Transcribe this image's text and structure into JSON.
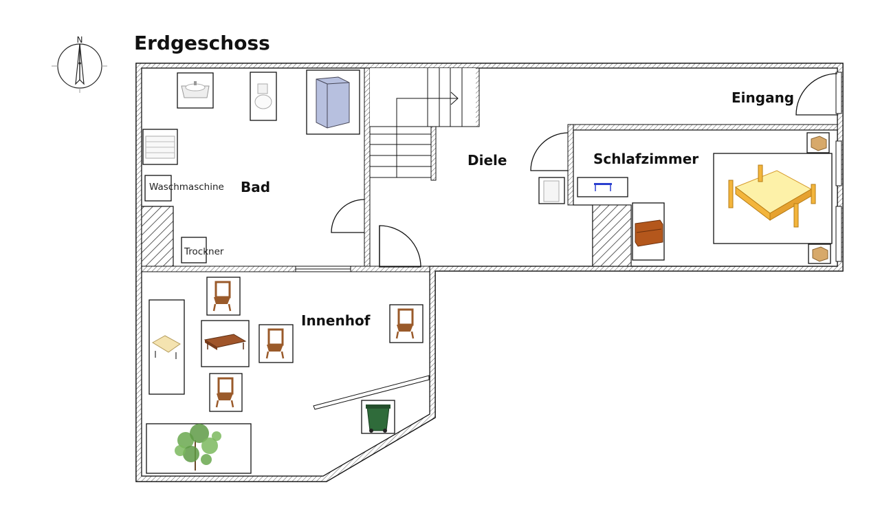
{
  "title": "Erdgeschoss",
  "compass": {
    "north_label": "N"
  },
  "rooms": {
    "bad": "Bad",
    "diele": "Diele",
    "eingang": "Eingang",
    "schlafzimmer": "Schlafzimmer",
    "innenhof": "Innenhof"
  },
  "labels": {
    "waschmaschine": "Waschmaschine",
    "trockner": "Trockner"
  },
  "colors": {
    "wall": "#111111",
    "wood": "#9a5a2a",
    "bed": "#f3b53c",
    "bedsheet": "#fdf1a8",
    "plant": "#6aa84f",
    "bin": "#2f6b3a",
    "shower": "#7b8cc4",
    "dresser": "#b4571c"
  }
}
